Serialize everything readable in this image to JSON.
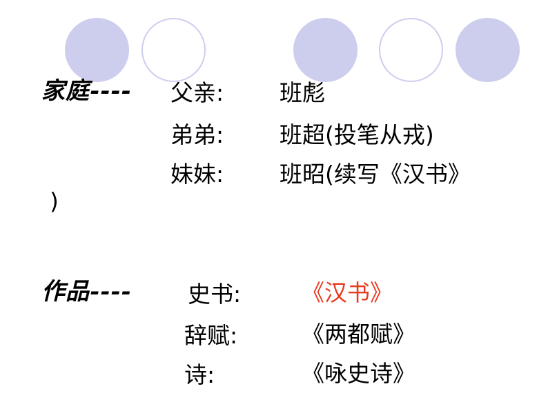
{
  "decor": {
    "circles": [
      {
        "style": "filled",
        "color": "#cdcdee"
      },
      {
        "style": "outlined",
        "color": "#cdcdee"
      },
      {
        "style": "filled",
        "color": "#cdcdee"
      },
      {
        "style": "outlined",
        "color": "#cdcdee"
      },
      {
        "style": "filled",
        "color": "#cdcdee"
      }
    ]
  },
  "family": {
    "heading": "家庭----",
    "father_label": "父亲:",
    "father_value": "班彪",
    "brother_label": "弟弟:",
    "brother_value": "班超(投笔从戎)",
    "sister_label": "妹妹:",
    "sister_value": "班昭(续写《汉书》",
    "sister_value_tail": ")"
  },
  "works": {
    "heading": "作品----",
    "history_label": "史书:",
    "history_value": "《汉书》",
    "history_value_color": "#e8391e",
    "fu_label": "辞赋:",
    "fu_value": "《两都赋》",
    "poem_label": "诗:",
    "poem_value": "《咏史诗》"
  }
}
